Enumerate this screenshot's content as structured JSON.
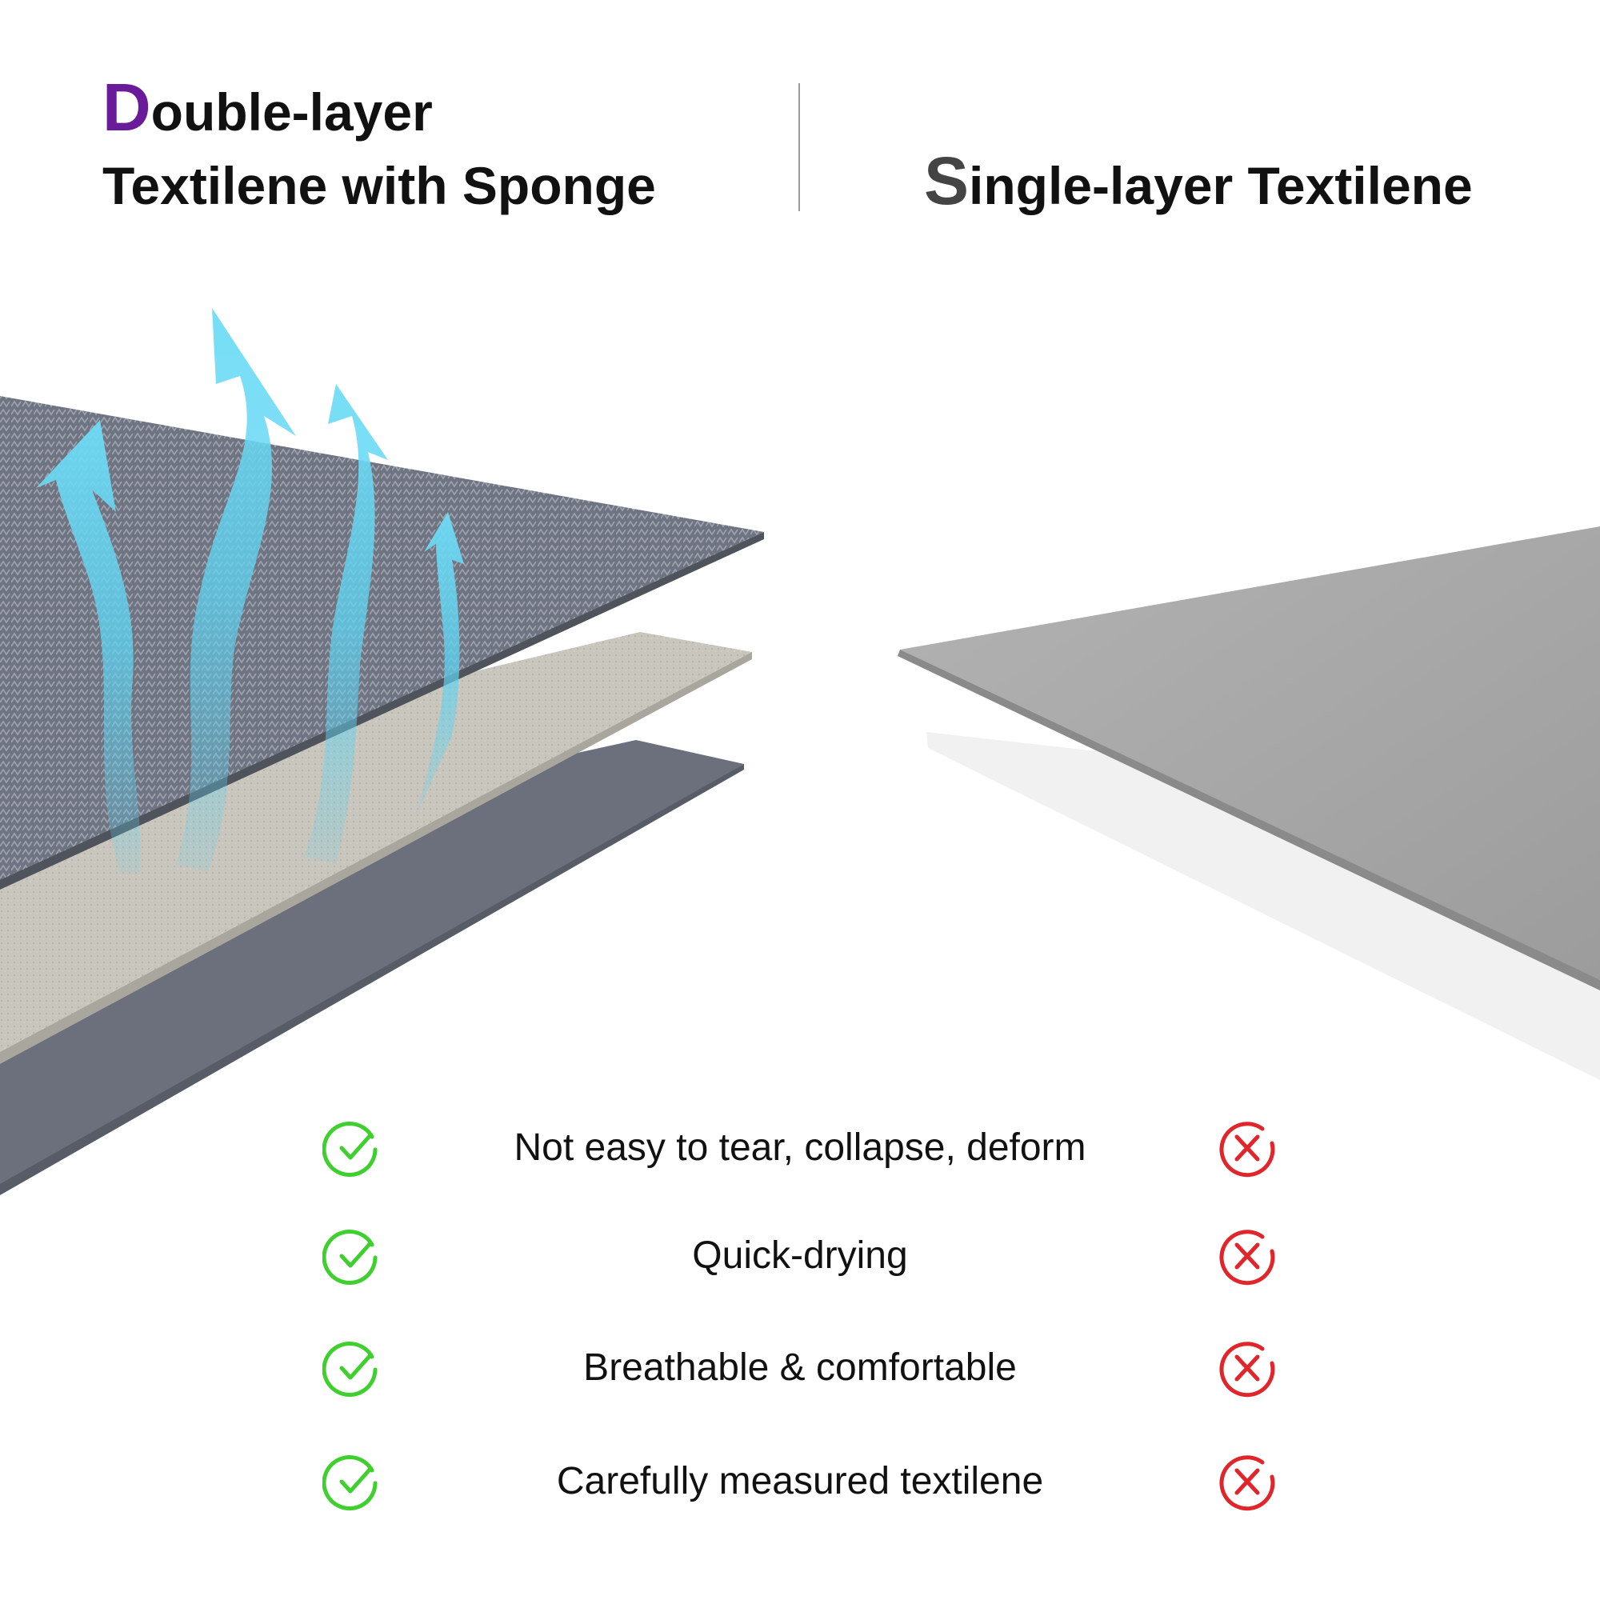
{
  "left_heading": {
    "initial": "D",
    "rest_line1": "ouble-layer",
    "line2": "Textilene with Sponge",
    "initial_color": "#6a1b9a"
  },
  "right_heading": {
    "initial": "S",
    "rest": "ingle-layer Textilene",
    "initial_color": "#444444"
  },
  "features": [
    {
      "text": "Not easy to tear, collapse, deform",
      "left_icon": "check-icon",
      "right_icon": "cross-icon"
    },
    {
      "text": "Quick-drying",
      "left_icon": "check-icon",
      "right_icon": "cross-icon"
    },
    {
      "text": "Breathable & comfortable",
      "left_icon": "check-icon",
      "right_icon": "cross-icon"
    },
    {
      "text": "Carefully measured textilene",
      "left_icon": "check-icon",
      "right_icon": "cross-icon"
    }
  ],
  "colors": {
    "check": "#3fcf2e",
    "cross": "#e0262b",
    "airflow": "#5fd4f2",
    "textilene": "#6e7380",
    "sponge": "#c9c6bd",
    "single_layer": "#a2a2a2"
  }
}
